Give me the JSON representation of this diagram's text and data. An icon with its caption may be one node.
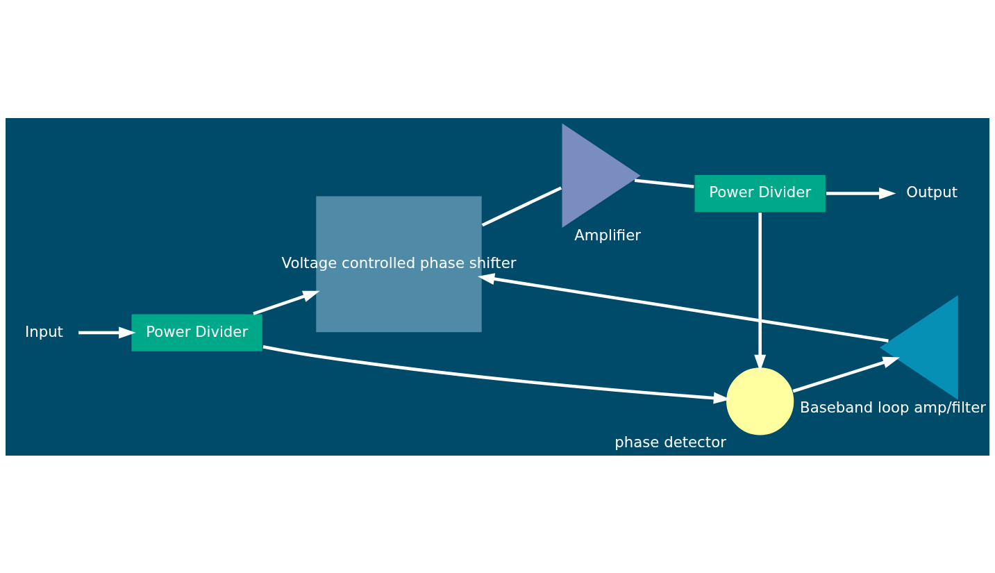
{
  "diagram": {
    "nodes": [
      {
        "text": [
          "Input"
        ]
      },
      {
        "text": [
          "Power Divider"
        ]
      },
      {
        "text": [
          "Voltage controlled phase shifter"
        ]
      },
      {
        "text": [
          "Amplifier"
        ]
      },
      {
        "text": [
          "Power Divider"
        ]
      },
      {
        "text": [
          "Output"
        ]
      },
      {
        "text": [
          "phase detector"
        ]
      },
      {
        "text": [
          "Baseband loop amp/filter"
        ]
      }
    ],
    "edges": [
      {
        "from": 0,
        "to": 1,
        "arrow": "to"
      },
      {
        "from": 1,
        "to": 6,
        "arrow": "to"
      },
      {
        "from": 1,
        "to": 2,
        "arrow": "to"
      },
      {
        "from": 2,
        "to": 3,
        "arrow": "none"
      },
      {
        "from": 3,
        "to": 4,
        "arrow": "none"
      },
      {
        "from": 4,
        "to": 6,
        "arrow": "to"
      },
      {
        "from": 4,
        "to": 5,
        "arrow": "to"
      },
      {
        "from": 6,
        "to": 7,
        "arrow": "to"
      },
      {
        "from": 7,
        "to": 2,
        "arrow": "to"
      }
    ]
  }
}
